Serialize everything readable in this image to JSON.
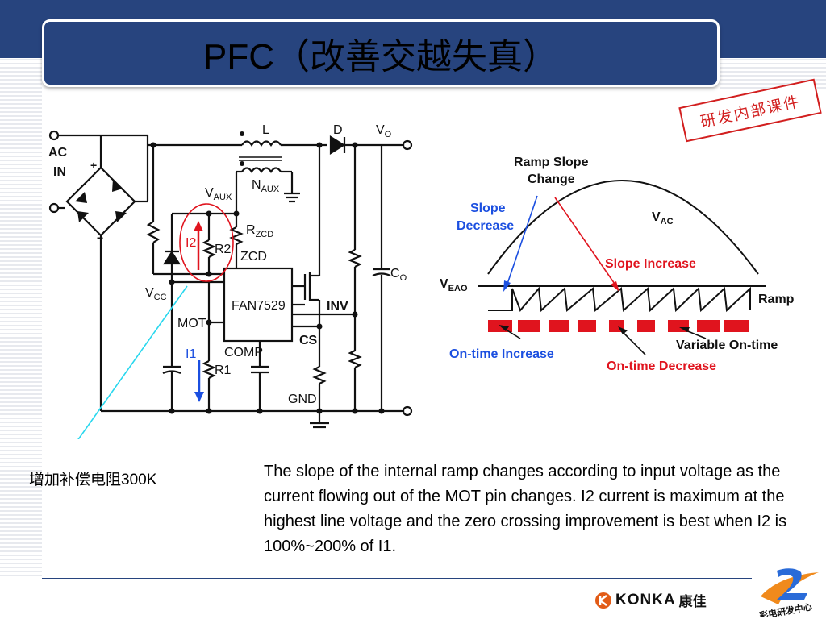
{
  "slide": {
    "title_latin": "PFC",
    "title_cn": "（改善交越失真）",
    "stamp": "研发内部课件",
    "annotation_cn": "增加补偿电阻",
    "annotation_value": "300K",
    "description": "The slope of the internal ramp changes according to input voltage as the current flowing out of the MOT pin changes. I2 current is maximum at the highest line voltage and the zero crossing improvement is best when I2 is 100%~200% of I1.",
    "brand_latin": "KONKA",
    "brand_cn": "康佳",
    "corner_logo_text": "彩电研发中心"
  },
  "circuit": {
    "ac_in_1": "AC",
    "ac_in_2": "IN",
    "L": "L",
    "D": "D",
    "Vo_main": "V",
    "Vo_sub": "O",
    "Naux_main": "N",
    "Naux_sub": "AUX",
    "Vaux_main": "V",
    "Vaux_sub": "AUX",
    "Rzcd_main": "R",
    "Rzcd_sub": "ZCD",
    "zcd": "ZCD",
    "I2": "I2",
    "R2": "R2",
    "Co_main": "C",
    "Co_sub": "O",
    "Vcc_main": "V",
    "Vcc_sub": "CC",
    "chip": "FAN7529",
    "inv": "INV",
    "mot": "MOT",
    "cs": "CS",
    "I1": "I1",
    "comp": "COMP",
    "R1": "R1",
    "gnd": "GND"
  },
  "waveform": {
    "ramp_slope_1": "Ramp Slope",
    "ramp_slope_2": "Change",
    "slope_decrease_1": "Slope",
    "slope_decrease_2": "Decrease",
    "vac_main": "V",
    "vac_sub": "AC",
    "slope_increase": "Slope Increase",
    "veao_main": "V",
    "veao_sub": "EAO",
    "ramp": "Ramp",
    "variable_on_time": "Variable On-time",
    "on_time_increase": "On-time Increase",
    "on_time_decrease": "On-time Decrease",
    "colors": {
      "blue": "#1b4fe0",
      "red": "#e0141e",
      "pulse": "#e0141e"
    }
  }
}
